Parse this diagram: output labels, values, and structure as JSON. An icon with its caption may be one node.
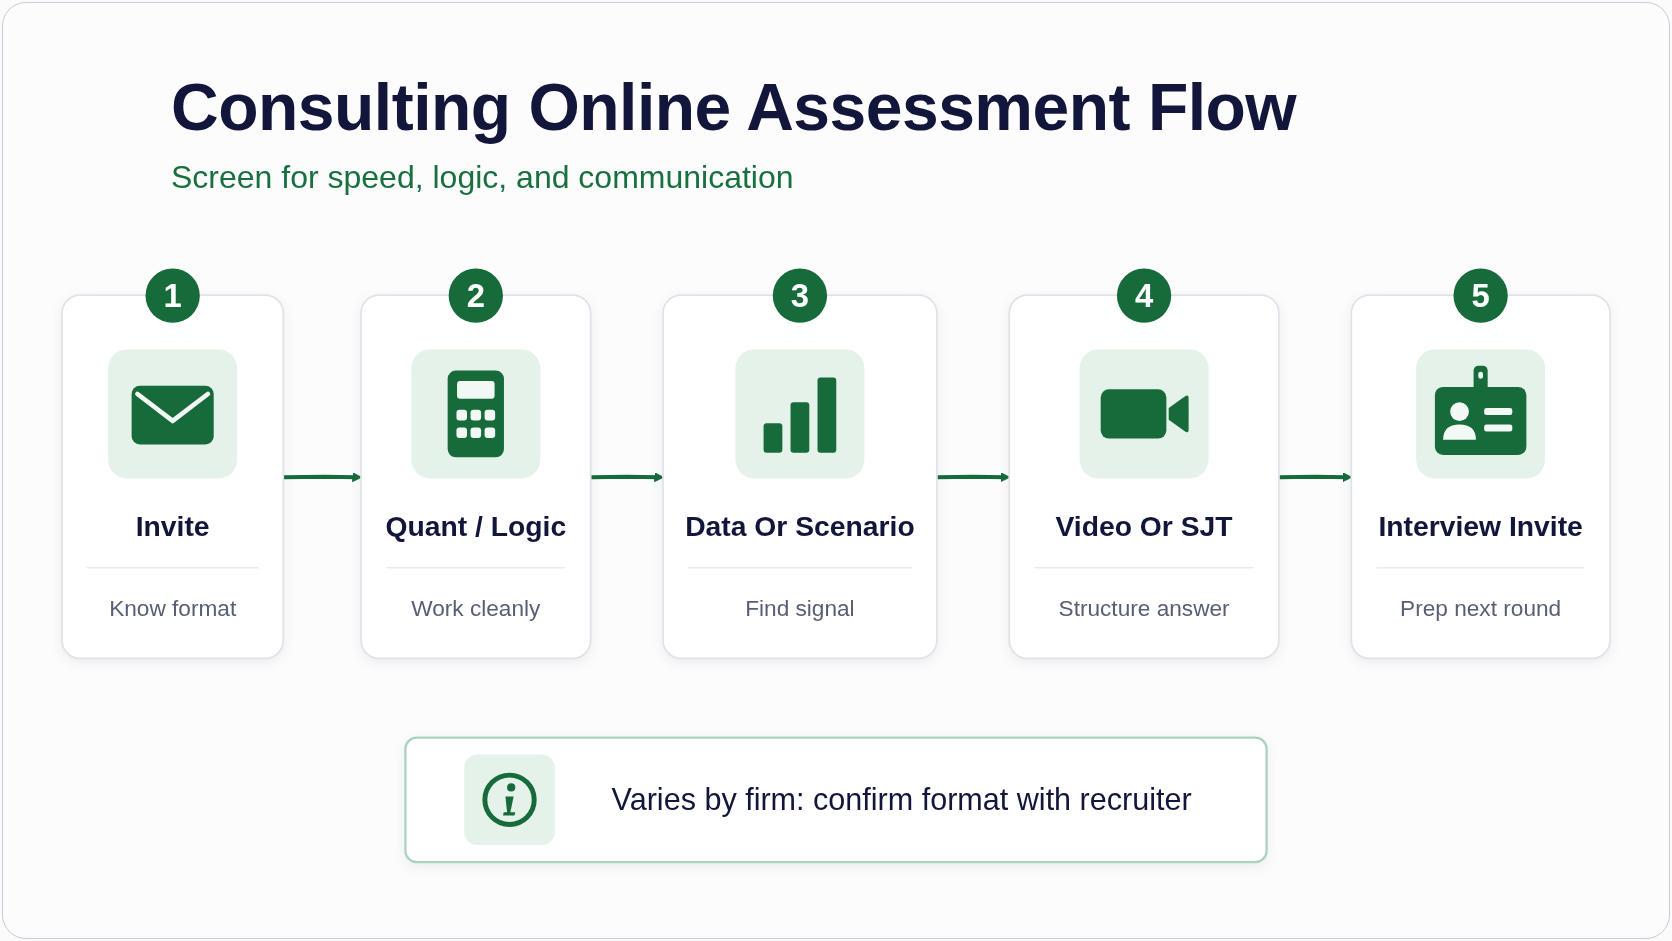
{
  "diagram": {
    "title": "Consulting Online Assessment Flow",
    "nodes": [
      {
        "text": [
          "1",
          "Invite",
          "Know format"
        ]
      },
      {
        "text": [
          "2",
          "Quant / Logic",
          "Work cleanly"
        ]
      },
      {
        "text": [
          "3",
          "Data Or Scenario",
          "Find signal"
        ]
      },
      {
        "text": [
          "4",
          "Video Or SJT",
          "Structure answer"
        ]
      },
      {
        "text": [
          "5",
          "Interview Invite",
          "Prep next round"
        ]
      },
      {
        "text": [
          "Varies by firm: confirm format with recruiter"
        ]
      }
    ],
    "edges": [
      {
        "from": 0,
        "to": 1,
        "arrow": "to"
      },
      {
        "from": 1,
        "to": 2,
        "arrow": "to"
      },
      {
        "from": 2,
        "to": 3,
        "arrow": "to"
      },
      {
        "from": 3,
        "to": 4,
        "arrow": "to"
      }
    ],
    "labels": [
      "Screen for speed, logic, and communication"
    ]
  }
}
